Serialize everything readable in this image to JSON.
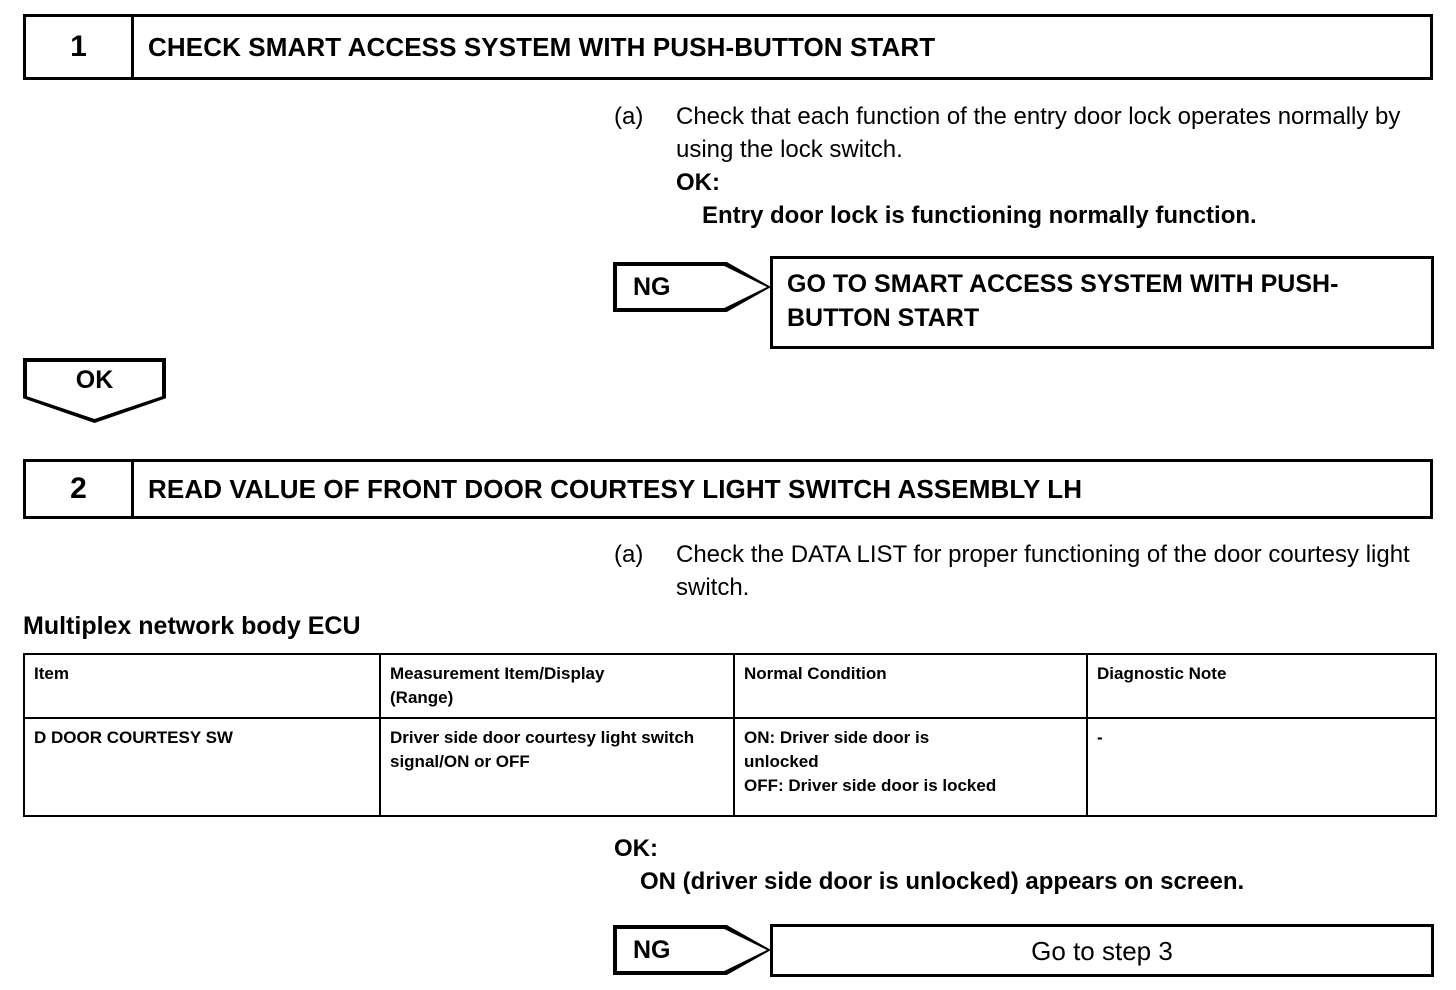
{
  "document": {
    "type": "diagnostic-flowchart",
    "title": "Smart Access System Diagnostic Procedure"
  },
  "steps": [
    {
      "number": "1",
      "title": "CHECK SMART ACCESS SYSTEM WITH PUSH-BUTTON START",
      "procedure": {
        "marker": "(a)",
        "text": "Check that each function of the entry door lock operates normally by using the lock switch.",
        "ok_label": "OK:",
        "ok_value": "Entry door lock is functioning normally function."
      },
      "ng_branch": {
        "label": "NG",
        "target": "GO TO SMART ACCESS SYSTEM WITH PUSH-BUTTON START"
      },
      "ok_branch": {
        "label": "OK"
      }
    },
    {
      "number": "2",
      "title": "READ VALUE OF FRONT DOOR COURTESY LIGHT SWITCH ASSEMBLY LH",
      "procedure": {
        "marker": "(a)",
        "text": "Check the DATA LIST for proper functioning of the door courtesy light switch.",
        "ok_label": "OK:",
        "ok_value": "ON (driver side door is unlocked) appears on screen."
      },
      "ng_branch": {
        "label": "NG",
        "target": "Go to step 3"
      }
    }
  ],
  "data_list": {
    "heading": "Multiplex network body ECU",
    "columns": [
      "Item",
      "Measurement Item/Display (Range)",
      "Normal Condition",
      "Diagnostic Note"
    ],
    "column_lines": {
      "measurement_line1": "Measurement Item/Display",
      "measurement_line2": "(Range)"
    },
    "rows": [
      {
        "item": "D DOOR COURTESY SW",
        "measurement": "Driver side door courtesy light switch signal/ON or OFF",
        "normal_condition_line1": "ON: Driver side door is",
        "normal_condition_line2": "unlocked",
        "normal_condition_line3": "OFF: Driver side door is locked",
        "diagnostic_note": "-"
      }
    ]
  },
  "colors": {
    "ink": "#000000",
    "paper": "#ffffff"
  }
}
